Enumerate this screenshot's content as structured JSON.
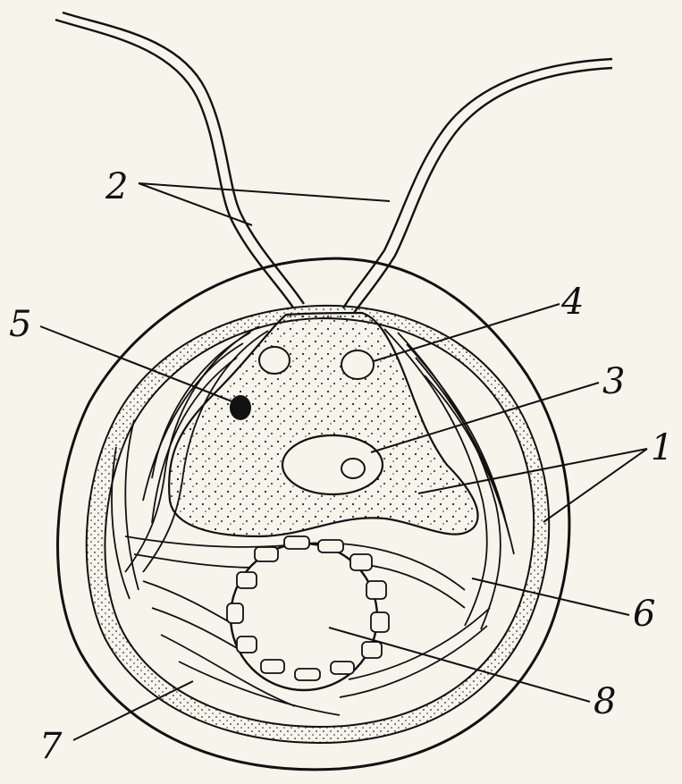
{
  "diagram": {
    "labels": [
      {
        "id": "1",
        "text": "1"
      },
      {
        "id": "2",
        "text": "2"
      },
      {
        "id": "3",
        "text": "3"
      },
      {
        "id": "4",
        "text": "4"
      },
      {
        "id": "5",
        "text": "5"
      },
      {
        "id": "6",
        "text": "6"
      },
      {
        "id": "7",
        "text": "7"
      },
      {
        "id": "8",
        "text": "8"
      }
    ]
  },
  "colors": {
    "ink": "#111111",
    "paper": "#f7f4ec"
  }
}
